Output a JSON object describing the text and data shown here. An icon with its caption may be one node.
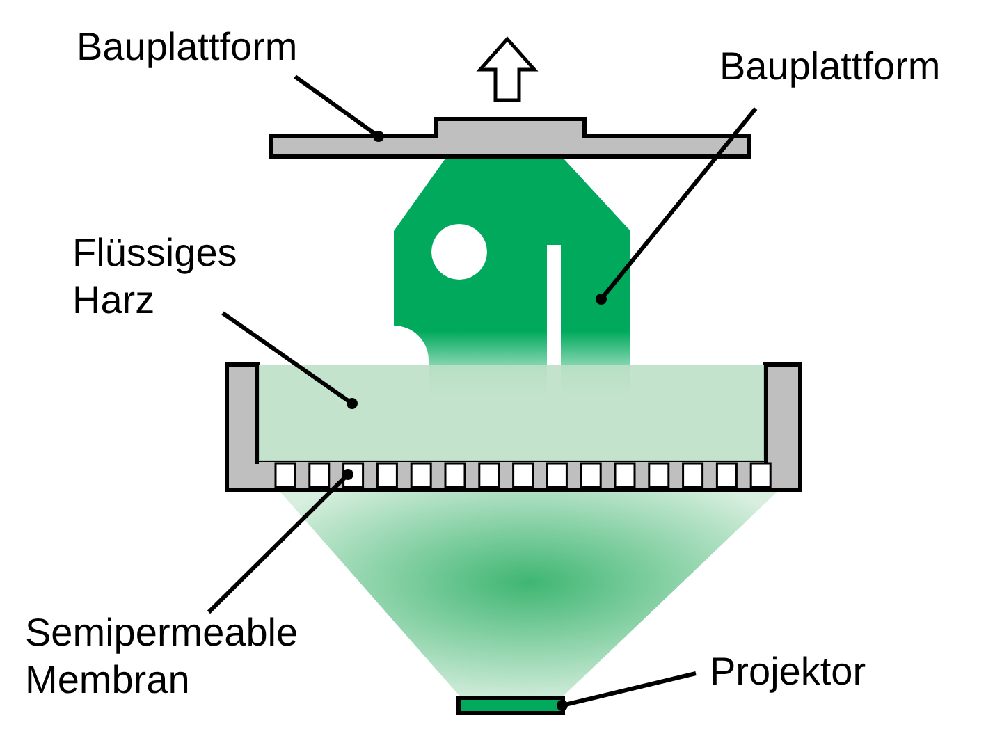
{
  "diagram": {
    "nodes": [
      {
        "text": [
          "Bauplattform"
        ]
      },
      {
        "text": [],
        "shape": "bar"
      },
      {
        "text": [
          "Bauplattform"
        ]
      },
      {
        "text": [],
        "shape": "picture"
      },
      {
        "text": [
          "Flüssiges Harz"
        ]
      },
      {
        "text": [],
        "shape": "box"
      },
      {
        "text": [
          "Semipermeable Membran"
        ]
      },
      {
        "text": [],
        "shape": "bar"
      },
      {
        "text": [
          "Projektor"
        ]
      },
      {
        "text": [],
        "shape": "bar"
      }
    ],
    "edges": [
      {
        "from": 0,
        "to": 1,
        "arrow": "other"
      },
      {
        "from": 2,
        "to": 3,
        "arrow": "other"
      },
      {
        "from": 4,
        "to": 5,
        "arrow": "other"
      },
      {
        "from": 6,
        "to": 7,
        "arrow": "other"
      },
      {
        "from": 8,
        "to": 9,
        "arrow": "other"
      }
    ]
  }
}
